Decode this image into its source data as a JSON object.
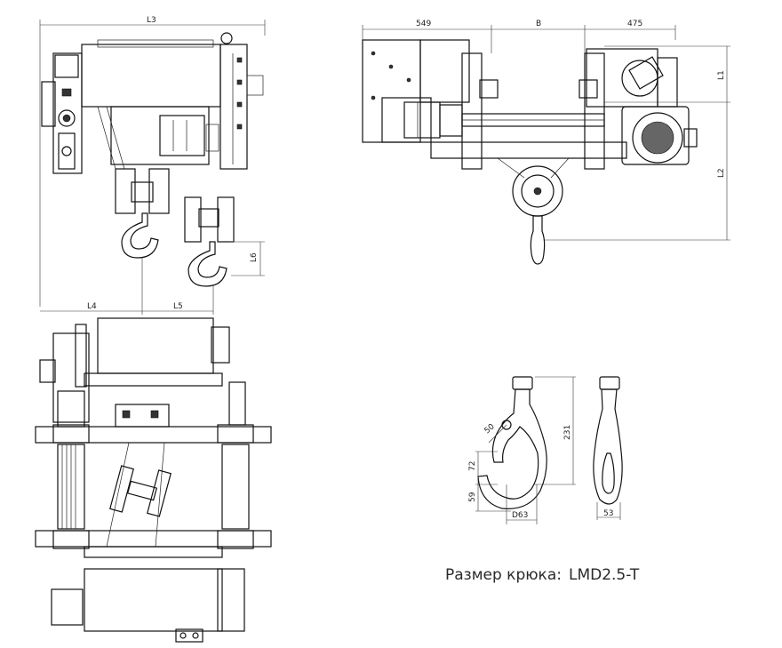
{
  "dimensions": {
    "top_left": {
      "L3": "L3",
      "L4": "L4",
      "L5": "L5",
      "L6": "L6"
    },
    "top_right": {
      "d549": "549",
      "B": "B",
      "d475": "475",
      "L1": "L1",
      "L2": "L2"
    },
    "hook": {
      "d50": "50",
      "d72": "72",
      "d59": "59",
      "D63": "D63",
      "d231": "231",
      "d53": "53"
    }
  },
  "caption": {
    "label": "Размер крюка:",
    "model": "LMD2.5-T"
  }
}
